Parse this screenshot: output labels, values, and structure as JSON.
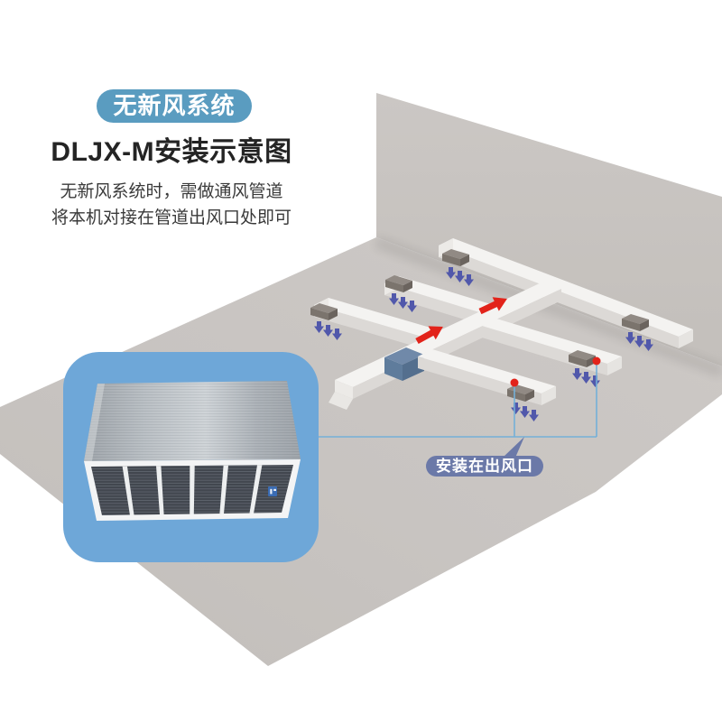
{
  "badge": {
    "label": "无新风系统"
  },
  "title": "DLJX-M安装示意图",
  "description": {
    "line1": "无新风系统时，需做通风管道",
    "line2": "将本机对接在管道出风口处即可"
  },
  "callout": {
    "label": "安装在出风口"
  },
  "colors": {
    "badge_bg": "#5A9CC0",
    "product_box_bg": "#6EA7D8",
    "callout_pill_bg": "#6B79A8",
    "flow_arrow_red": "#E2231A",
    "vent_arrow_indigo": "#5158AB",
    "leader_line_blue": "#74B0D8",
    "backdrop_gray": "#C8C4C1",
    "duct_white": "#F4F3F1"
  }
}
